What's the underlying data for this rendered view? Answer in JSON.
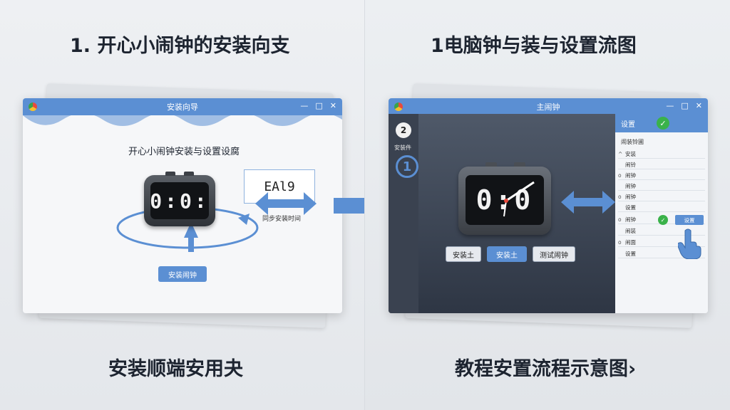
{
  "left_panel": {
    "title": "1. 开心小闹钟的安装向支",
    "caption": "安装顺端安用夬",
    "window": {
      "title": "安装向导",
      "controls": [
        "—",
        "□",
        "✕"
      ],
      "heading": "开心小闹钟安装与设置设腐",
      "clock_display": "0:0:",
      "preview_text": "EAl9",
      "sync_label": "同步安装时间",
      "install_button": "安装闹钟"
    }
  },
  "right_panel": {
    "title": "1电脑钟与装与设置流图",
    "caption": "教程安置流程示意图›",
    "window": {
      "title": "主闹钟",
      "controls": [
        "—",
        "□",
        "✕"
      ],
      "step_badge": "2",
      "step_label": "安装件",
      "step_ring": "1",
      "clock_display": "0:0",
      "buttons": [
        "安装土",
        "安装土",
        "测试闹钟"
      ],
      "settings": {
        "title": "设置",
        "subtitle": "闹装铃圃",
        "rows": [
          {
            "bullet": "^",
            "label": "安装"
          },
          {
            "bullet": "",
            "label": "闹铃"
          },
          {
            "bullet": "o",
            "label": "闹钟"
          },
          {
            "bullet": "",
            "label": "闹钟"
          },
          {
            "bullet": "o",
            "label": "闹钟"
          },
          {
            "bullet": "",
            "label": "设置"
          },
          {
            "bullet": "o",
            "label": "闹钟"
          },
          {
            "bullet": "",
            "label": "闹装"
          },
          {
            "bullet": "o",
            "label": "闹面"
          },
          {
            "bullet": "",
            "label": "设置"
          }
        ],
        "confirm_button": "设置"
      }
    }
  },
  "colors": {
    "accent": "#5b8fd3",
    "success": "#3ab24a",
    "dark_bg": "#2e3644",
    "text": "#1d2430"
  }
}
